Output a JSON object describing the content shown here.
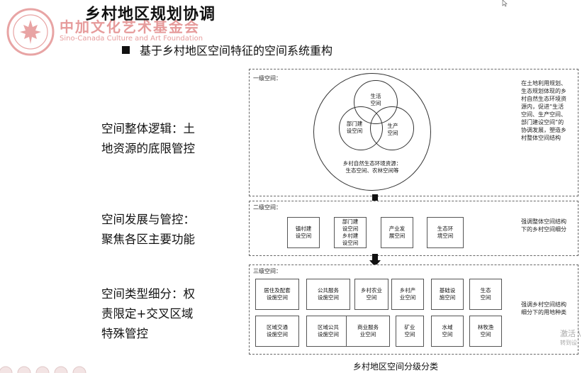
{
  "header": {
    "title": "乡村地区规划协调",
    "logo_cn": "中加文化艺术基金会",
    "logo_en": "Sino-Canada Culture and Art Foundation",
    "subtitle": "基于乡村地区空间特征的空间系统重构"
  },
  "left": {
    "item1": [
      "空间整体逻辑：土",
      "地资源的底限管控"
    ],
    "item2": [
      "空间发展与管控：",
      "聚焦各区主要功能"
    ],
    "item3": [
      "空间类型细分：权",
      "责限定+交叉区域",
      "特殊管控"
    ]
  },
  "level1": {
    "label": "一级空间：",
    "circle_live": [
      "生活",
      "空间"
    ],
    "circle_dept": [
      "部门建",
      "设空间"
    ],
    "circle_prod": [
      "生产",
      "空间"
    ],
    "outer": [
      "乡村自然生态环境资源：",
      "生态空间、农林空间等"
    ],
    "note": [
      "在土地利用规划、",
      "生态规划体现的乡",
      "村自然生态环境资",
      "源内，促进“生活",
      "空间、生产空间、",
      "部门建设空间”的",
      "协调发展，塑造乡",
      "村整体空间结构"
    ]
  },
  "level2": {
    "label": "二级空间：",
    "boxes": [
      [
        "镇村建",
        "设空间"
      ],
      [
        "部门建",
        "设空间",
        "乡村建",
        "设空间"
      ],
      [
        "产业发",
        "展空间"
      ],
      [
        "生态环",
        "境空间"
      ]
    ],
    "note": [
      "强调整体空间结构",
      "下的乡村空间细分"
    ]
  },
  "level3": {
    "label": "三级空间：",
    "row1": [
      [
        "居住及配套",
        "设施空间"
      ],
      [
        "公共服务",
        "设施空间"
      ],
      [
        "乡村农业",
        "空间"
      ],
      [
        "乡村产",
        "业空间"
      ],
      [
        "基础设",
        "施空间"
      ],
      [
        "生态",
        "空间"
      ]
    ],
    "row2": [
      [
        "区域交通",
        "设施空间"
      ],
      [
        "区域公共",
        "设施空间"
      ],
      [
        "商业服务",
        "业空间"
      ],
      [
        "矿业",
        "空间"
      ],
      [
        "水域",
        "空间"
      ],
      [
        "林牧渔",
        "空间"
      ]
    ],
    "note": [
      "强调乡村空间结构",
      "细分下的用地种类"
    ]
  },
  "caption": "乡村地区空间分级分类",
  "watermark": [
    "激活 \\",
    "转到设"
  ],
  "colors": {
    "logo": "#d24a4a",
    "border": "#555555"
  }
}
